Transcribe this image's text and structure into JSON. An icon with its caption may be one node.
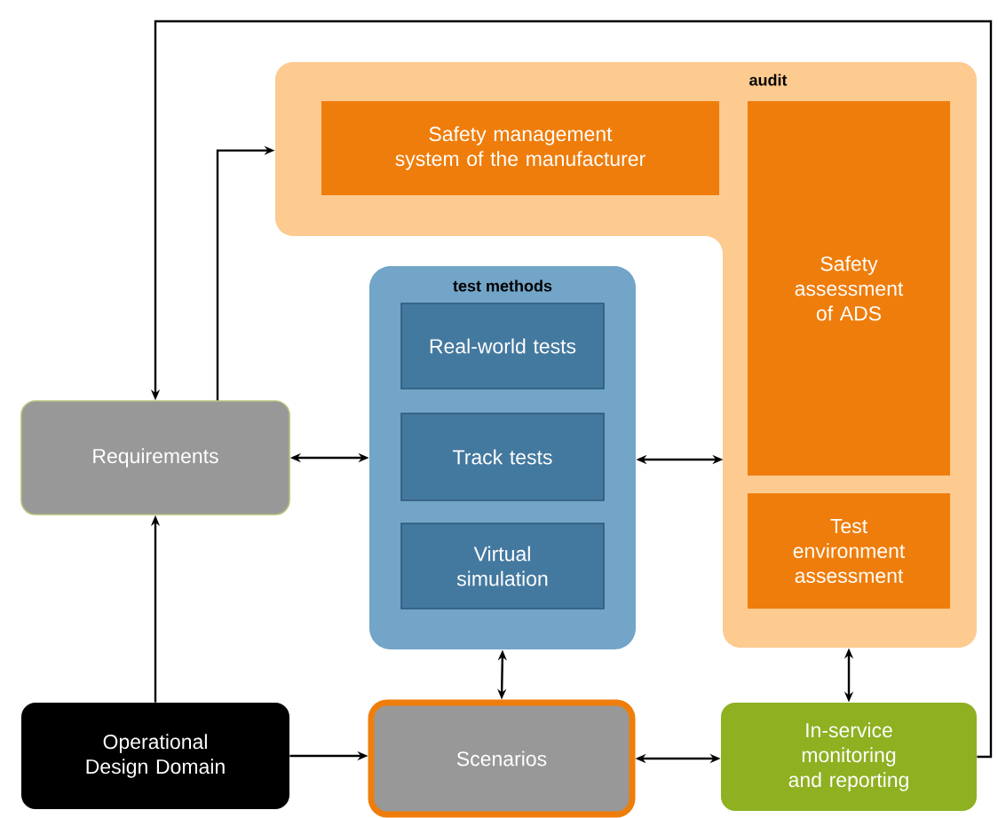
{
  "diagram": {
    "nodes": [
      {
        "text": [
          "audit"
        ]
      },
      {
        "text": [
          "Safety management system of the manufacturer"
        ],
        "in": 0
      },
      {
        "text": [
          "Safety assessment of ADS"
        ],
        "in": 0
      },
      {
        "text": [
          "Test environment assessment"
        ],
        "in": 0
      },
      {
        "text": [
          "test methods"
        ]
      },
      {
        "text": [
          "Real-world tests"
        ],
        "in": 4
      },
      {
        "text": [
          "Track tests"
        ],
        "in": 4
      },
      {
        "text": [
          "Virtual simulation"
        ],
        "in": 4
      },
      {
        "text": [
          "Requirements"
        ]
      },
      {
        "text": [
          "Operational Design Domain"
        ]
      },
      {
        "text": [
          "Scenarios"
        ]
      },
      {
        "text": [
          "In-service monitoring and reporting"
        ]
      }
    ],
    "edges": [
      {
        "from": 9,
        "to": 8,
        "arrow": "to"
      },
      {
        "from": 8,
        "to": 0,
        "arrow": "to"
      },
      {
        "from": 11,
        "to": 8,
        "arrow": "to"
      },
      {
        "from": 8,
        "to": 4,
        "arrow": "both"
      },
      {
        "from": 4,
        "to": 0,
        "arrow": "both"
      },
      {
        "from": 4,
        "to": 10,
        "arrow": "both"
      },
      {
        "from": 0,
        "to": 11,
        "arrow": "both"
      },
      {
        "from": 9,
        "to": 10,
        "arrow": "to"
      },
      {
        "from": 10,
        "to": 11,
        "arrow": "both"
      }
    ]
  }
}
